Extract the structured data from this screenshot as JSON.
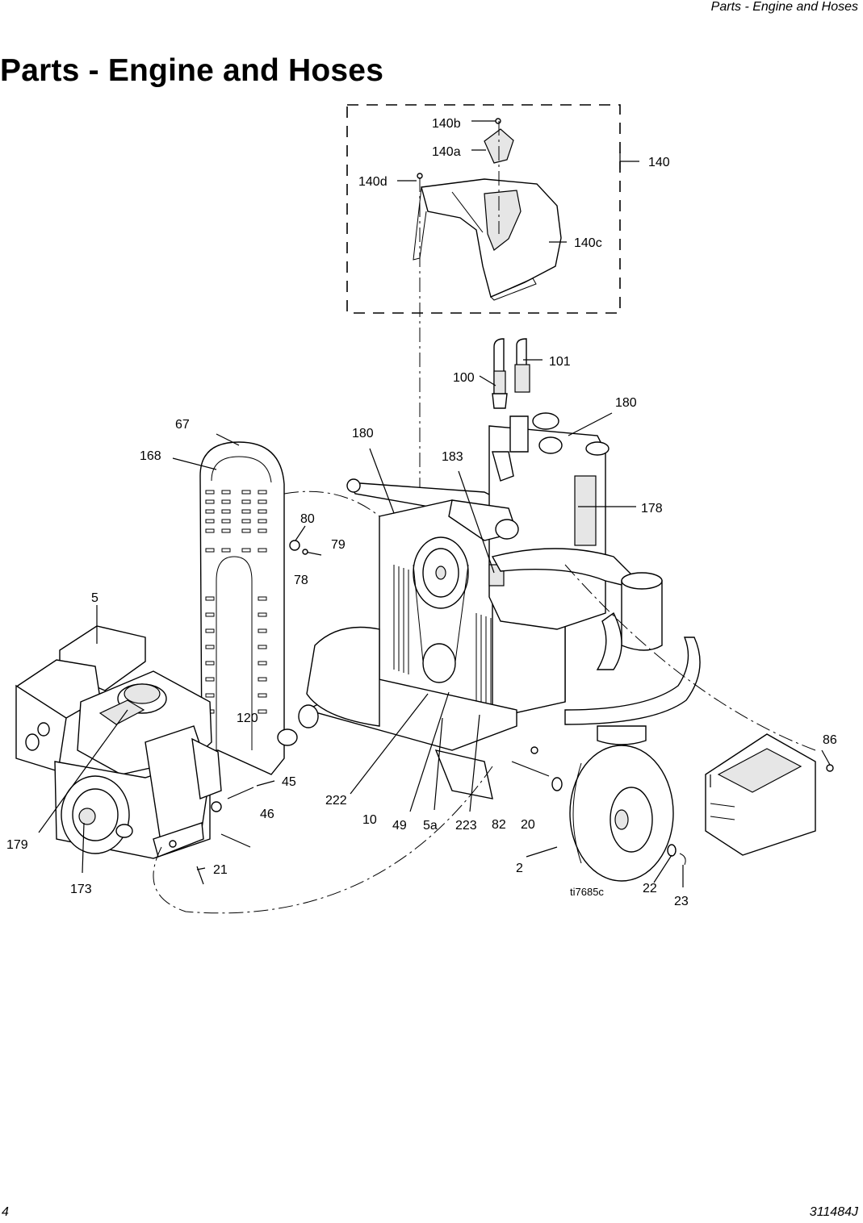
{
  "header": {
    "running_title": "Parts - Engine and Hoses"
  },
  "page": {
    "title": "Parts - Engine and Hoses"
  },
  "footer": {
    "page_number": "4",
    "document_number": "311484J"
  },
  "figure": {
    "image_id": "ti7685c",
    "callouts": [
      "140b",
      "140a",
      "140",
      "140d",
      "140c",
      "101",
      "100",
      "180",
      "67",
      "180",
      "168",
      "183",
      "178",
      "80",
      "79",
      "78",
      "5",
      "120",
      "86",
      "45",
      "222",
      "46",
      "10",
      "49",
      "5a",
      "223",
      "82",
      "20",
      "179",
      "21",
      "2",
      "173",
      "22",
      "23"
    ]
  }
}
